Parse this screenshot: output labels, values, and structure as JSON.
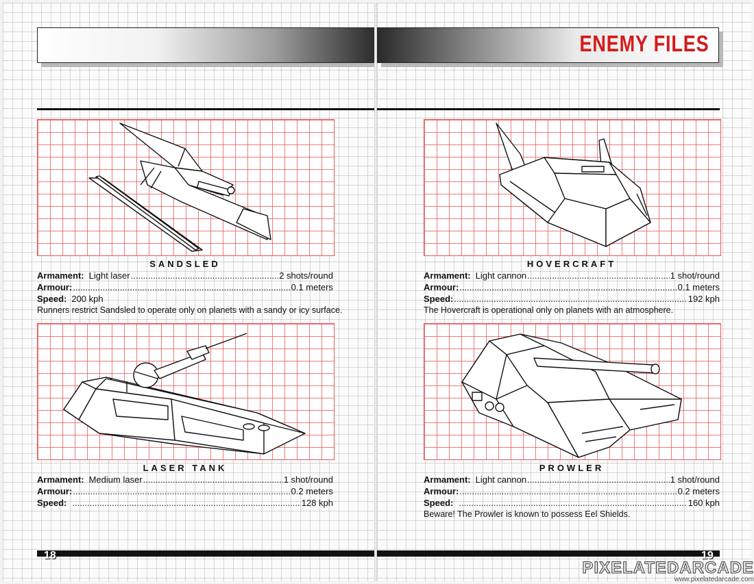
{
  "header": {
    "section_title": "ENEMY FILES"
  },
  "pages": {
    "left_number": "18",
    "right_number": "19"
  },
  "enemies": [
    {
      "name": "SANDSLED",
      "armament_label": "Armament:",
      "armament_weapon": "Light laser",
      "armament_value": "2 shots/round",
      "armour_label": "Armour:",
      "armour_value": "0.1 meters",
      "speed_label": "Speed:",
      "speed_value": "200 kph",
      "description": "Runners restrict Sandsled to operate only on planets with a sandy or icy surface."
    },
    {
      "name": "HOVERCRAFT",
      "armament_label": "Armament:",
      "armament_weapon": "Light cannon",
      "armament_value": "1 shot/round",
      "armour_label": "Armour:",
      "armour_value": "0.1 meters",
      "speed_label": "Speed:",
      "speed_value": "192 kph",
      "description": "The Hovercraft is operational only on planets with an atmosphere."
    },
    {
      "name": "LASER TANK",
      "armament_label": "Armament:",
      "armament_weapon": "Medium  laser",
      "armament_value": "1 shot/round",
      "armour_label": "Armour:",
      "armour_value": "0.2 meters",
      "speed_label": "Speed:",
      "speed_value": "128 kph",
      "description": ""
    },
    {
      "name": "PROWLER",
      "armament_label": "Armament:",
      "armament_weapon": "Light cannon",
      "armament_value": "1 shot/round",
      "armour_label": "Armour:",
      "armour_value": "0.2 meters",
      "speed_label": "Speed:",
      "speed_value": "160 kph",
      "description": "Beware! The Prowler is known to possess Eel Shields."
    }
  ],
  "watermark": {
    "brand": "PIXELATEDARCADE",
    "url": "www.pixelatedarcade.com"
  },
  "icons": [
    "sandsled-drawing",
    "hovercraft-drawing",
    "laser-tank-drawing",
    "prowler-drawing"
  ]
}
